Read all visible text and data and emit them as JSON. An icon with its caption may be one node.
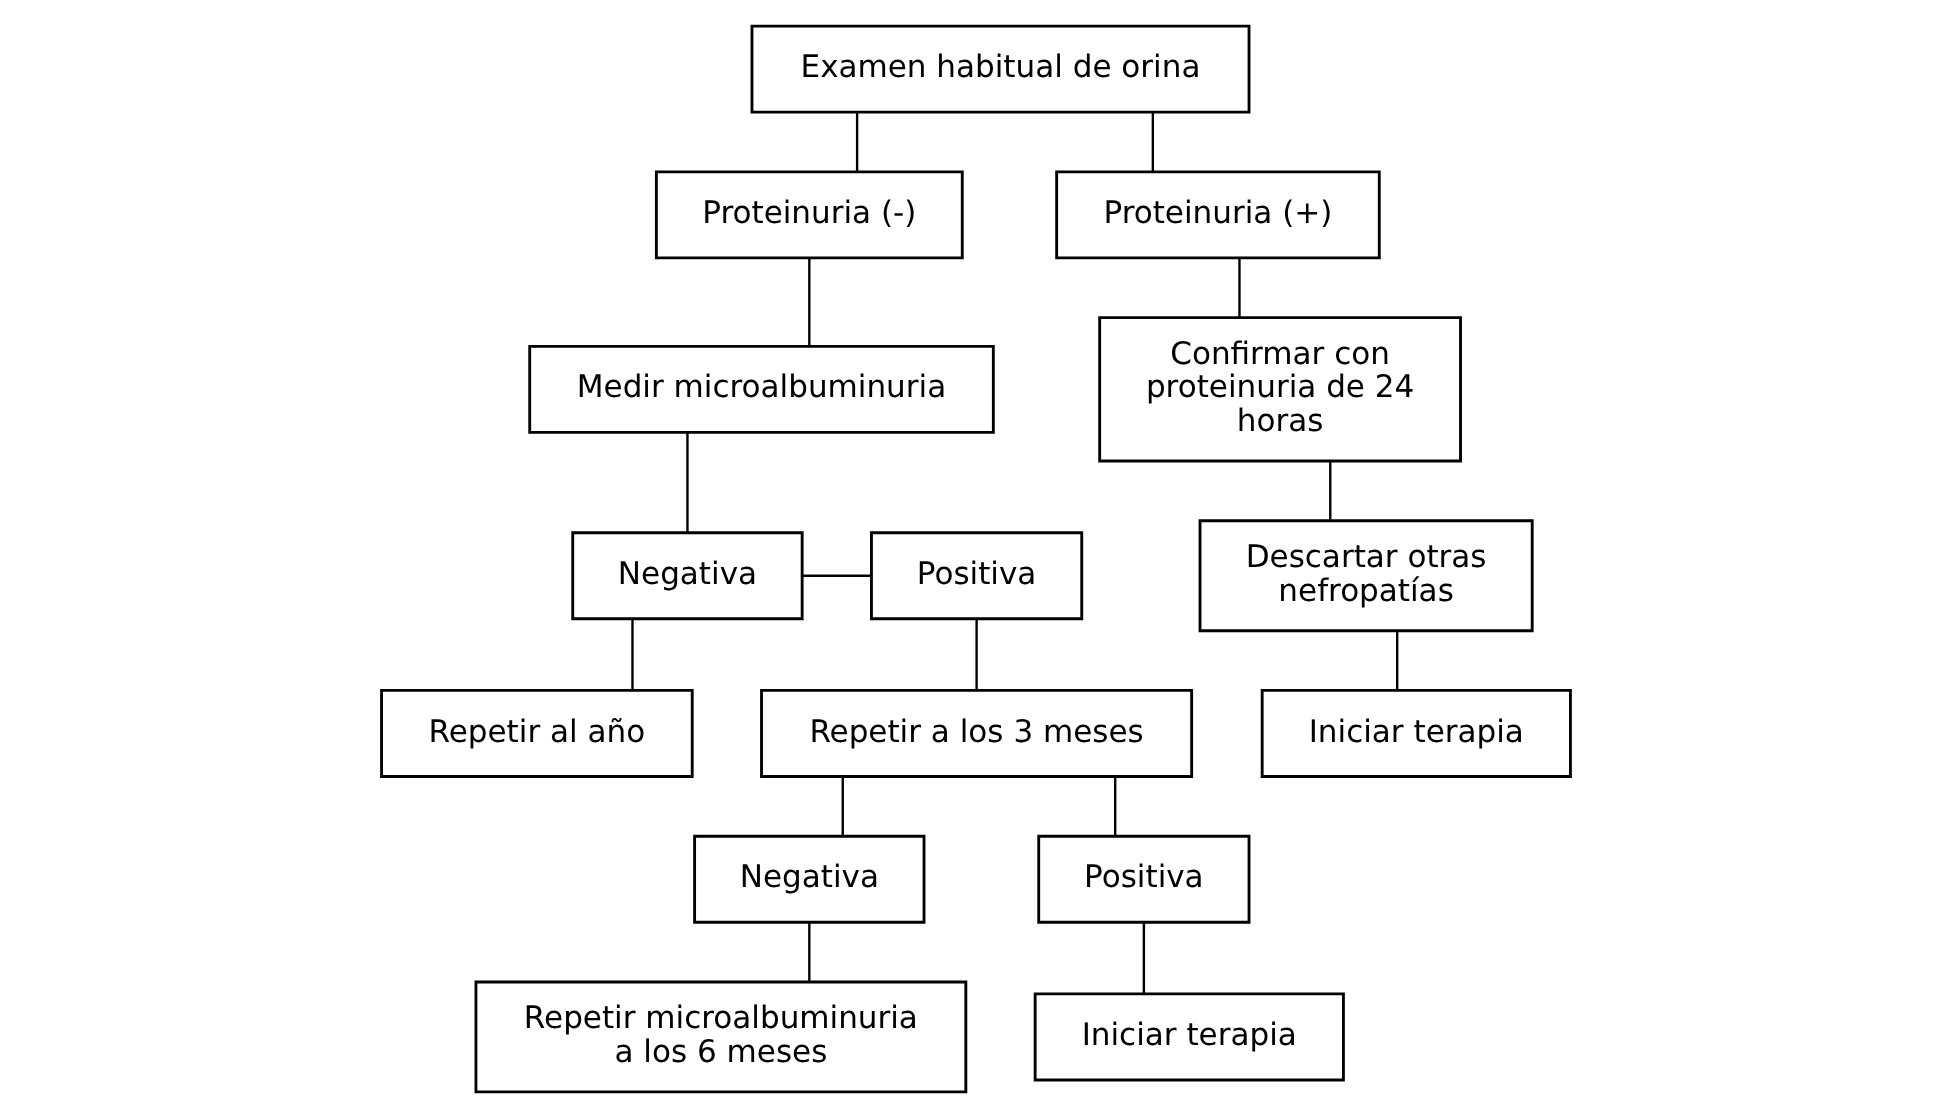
{
  "diagram": {
    "nodes": [
      {
        "text": [
          "Examen habitual de orina"
        ]
      },
      {
        "text": [
          "Proteinuria (-)"
        ]
      },
      {
        "text": [
          "Proteinuria (+)"
        ]
      },
      {
        "text": [
          "Medir microalbuminuria"
        ]
      },
      {
        "text": [
          "Confirmar con proteinuria de 24 horas"
        ]
      },
      {
        "text": [
          "Negativa"
        ]
      },
      {
        "text": [
          "Positiva"
        ]
      },
      {
        "text": [
          "Repetir al año"
        ]
      },
      {
        "text": [
          "Repetir a los 3 meses"
        ]
      },
      {
        "text": [
          "Descartar otras nefropatías"
        ]
      },
      {
        "text": [
          "Iniciar terapia"
        ]
      },
      {
        "text": [
          "Negativa"
        ]
      },
      {
        "text": [
          "Positiva"
        ]
      },
      {
        "text": [
          "Repetir microalbuminuria a los 6 meses"
        ]
      },
      {
        "text": [
          "Iniciar terapia"
        ]
      }
    ],
    "edges": [
      {
        "from": 0,
        "to": 1,
        "arrow": "none"
      },
      {
        "from": 0,
        "to": 2,
        "arrow": "none"
      },
      {
        "from": 1,
        "to": 3,
        "arrow": "none"
      },
      {
        "from": 2,
        "to": 4,
        "arrow": "none"
      },
      {
        "from": 3,
        "to": 5,
        "arrow": "none"
      },
      {
        "from": 5,
        "to": 6,
        "arrow": "none"
      },
      {
        "from": 5,
        "to": 7,
        "arrow": "none"
      },
      {
        "from": 6,
        "to": 8,
        "arrow": "none"
      },
      {
        "from": 4,
        "to": 9,
        "arrow": "none"
      },
      {
        "from": 9,
        "to": 10,
        "arrow": "none"
      },
      {
        "from": 8,
        "to": 11,
        "arrow": "none"
      },
      {
        "from": 8,
        "to": 12,
        "arrow": "none"
      },
      {
        "from": 11,
        "to": 13,
        "arrow": "none"
      },
      {
        "from": 12,
        "to": 14,
        "arrow": "none"
      }
    ]
  }
}
